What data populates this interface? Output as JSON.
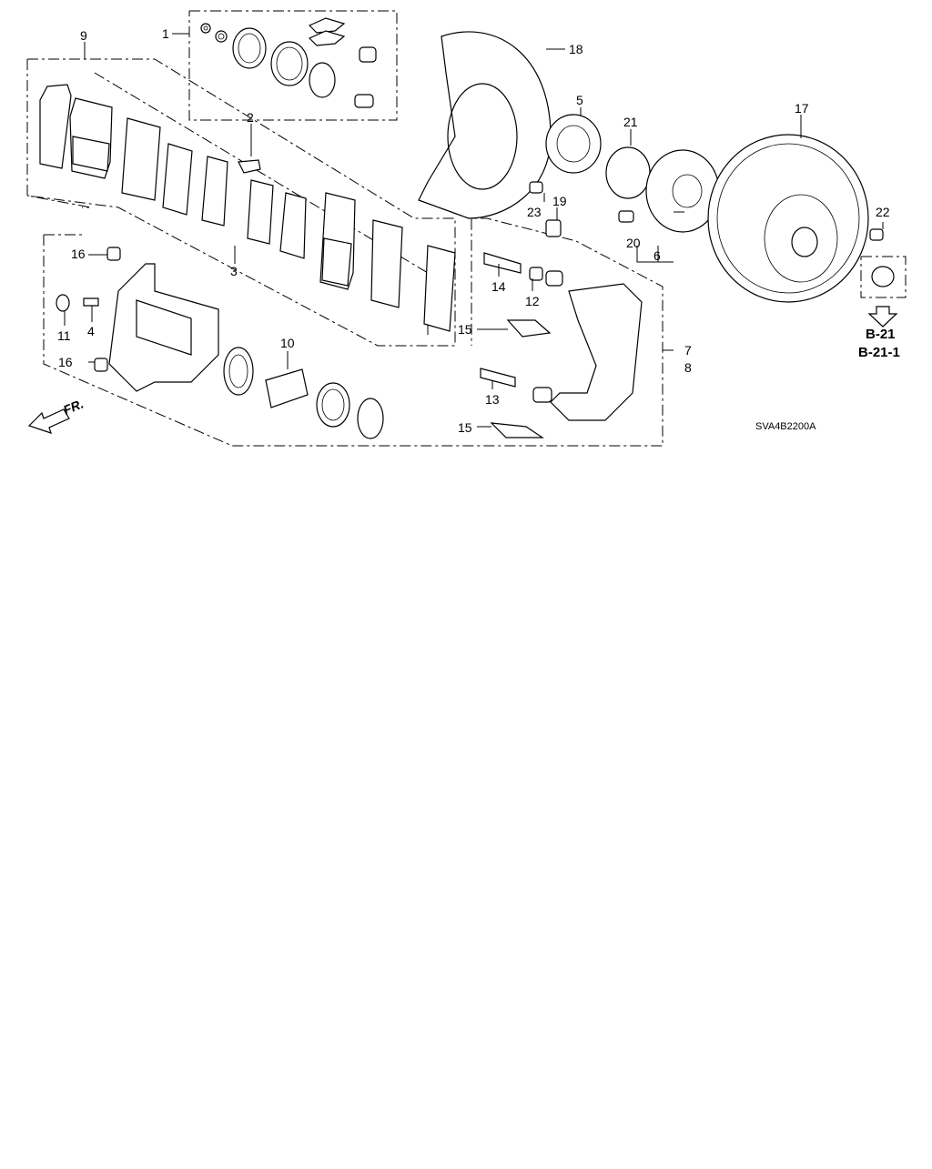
{
  "diagram": {
    "callouts": [
      "1",
      "2",
      "3",
      "4",
      "5",
      "6",
      "7",
      "8",
      "9",
      "10",
      "11",
      "12",
      "13",
      "14",
      "15",
      "15",
      "16",
      "16",
      "17",
      "18",
      "19",
      "20",
      "21",
      "22",
      "23"
    ],
    "front_marker": "FR.",
    "references": [
      "B-21",
      "B-21-1"
    ],
    "drawing_code": "SVA4B2200A"
  }
}
